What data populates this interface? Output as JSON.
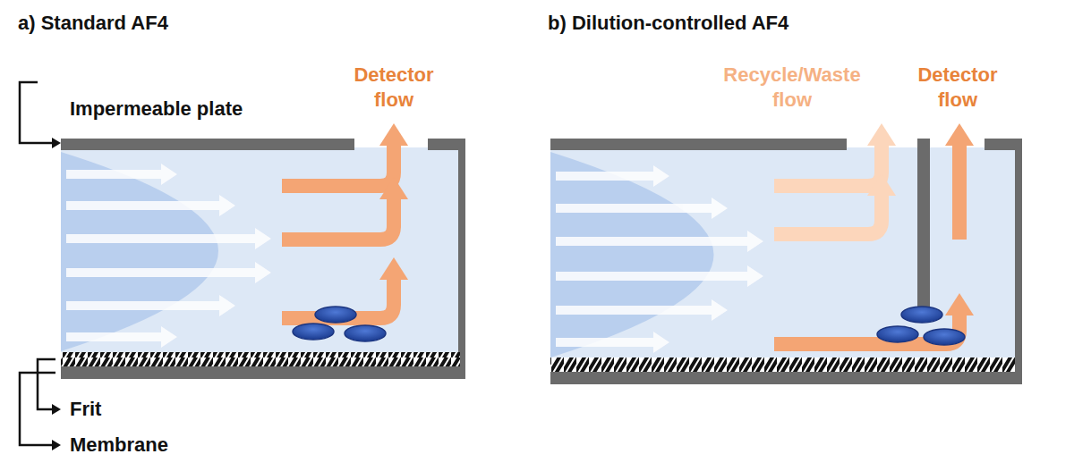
{
  "diagram": {
    "labels": [
      "a) Standard AF4",
      "b) Dilution-controlled AF4",
      "Impermeable plate",
      "Detector flow",
      "Frit",
      "Membrane",
      "Recycle/Waste flow",
      "Detector flow"
    ]
  }
}
